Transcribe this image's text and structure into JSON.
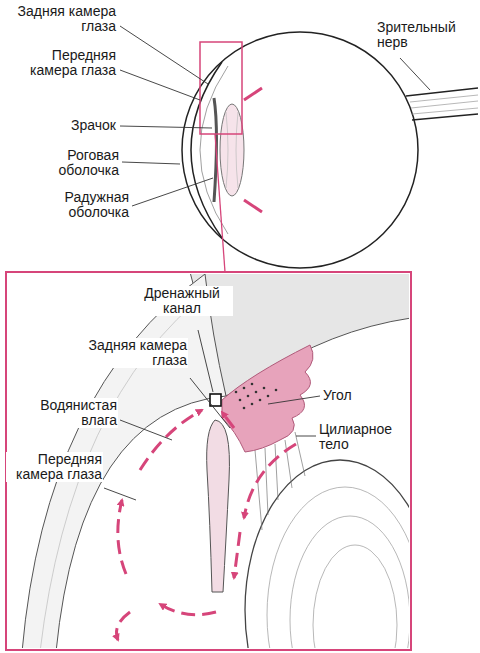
{
  "diagram": {
    "labels": [
      "Задняя камера глаза",
      "Передняя камера глаза",
      "Зрачок",
      "Роговая оболочка",
      "Радужная оболочка",
      "Зрительный нерв",
      "Дренажный канал",
      "Задняя камера глаза",
      "Водянистая влага",
      "Передняя камера глаза",
      "Угол",
      "Цилиарное тело"
    ]
  }
}
